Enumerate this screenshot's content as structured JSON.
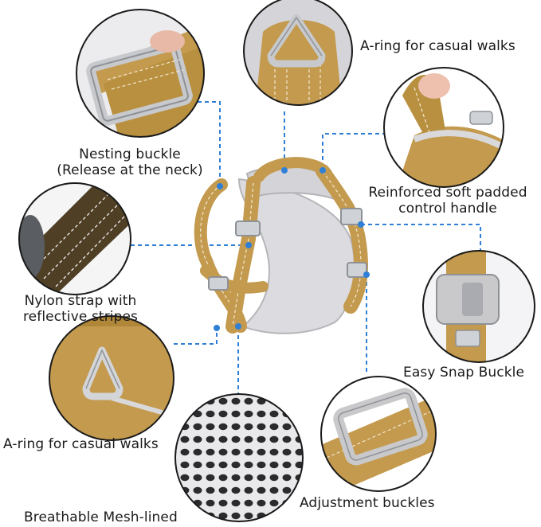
{
  "callouts": {
    "a_ring_top": "A-ring for casual walks",
    "nesting_buckle": {
      "line1": "Nesting buckle",
      "line2": "(Release at the neck)"
    },
    "control_handle": {
      "line1": "Reinforced soft padded",
      "line2": "control handle"
    },
    "nylon_strap": {
      "line1": "Nylon strap with",
      "line2": "reflective stripes"
    },
    "snap_buckle": "Easy Snap Buckle",
    "a_ring_bottom": "A-ring for casual walks",
    "mesh": "Breathable Mesh-lined",
    "adjustment": "Adjustment buckles"
  },
  "colors": {
    "strap": "#c39a4e",
    "strap_dark": "#8f6a2a",
    "padding": "#d9d9dc",
    "dark_strap": "#4f3f25",
    "leader": "#2f7fd6",
    "ring": "#cfd2d6",
    "circle_border": "#1a1a1a"
  }
}
